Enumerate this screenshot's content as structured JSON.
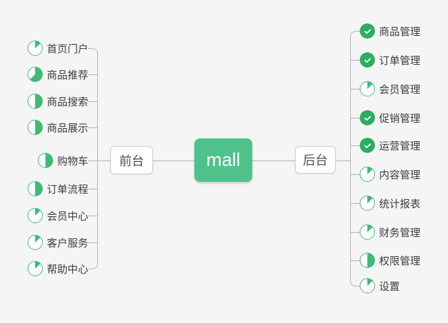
{
  "canvas": {
    "background": "#f4f5f4"
  },
  "colors": {
    "node_green": "#4ec28a",
    "check_green": "#2bae60",
    "pie_green": "#3dbb77",
    "line_gray": "#b3b3b3",
    "box_border": "#cccccc",
    "text_dark": "#3c3c3c"
  },
  "center_node": {
    "label": "mall"
  },
  "left_branch": {
    "label": "前台",
    "items": [
      {
        "label": "首页门户",
        "icon": {
          "type": "pie",
          "percent": 12.5
        }
      },
      {
        "label": "商品推荐",
        "icon": {
          "type": "pie",
          "percent": 62.5
        }
      },
      {
        "label": "商品搜索",
        "icon": {
          "type": "pie",
          "percent": 50
        }
      },
      {
        "label": "商品展示",
        "icon": {
          "type": "pie",
          "percent": 50
        }
      },
      {
        "label": "购物车",
        "icon": {
          "type": "pie",
          "percent": 50
        }
      },
      {
        "label": "订单流程",
        "icon": {
          "type": "pie",
          "percent": 50
        }
      },
      {
        "label": "会员中心",
        "icon": {
          "type": "pie",
          "percent": 12.5
        }
      },
      {
        "label": "客户服务",
        "icon": {
          "type": "pie",
          "percent": 12.5
        }
      },
      {
        "label": "帮助中心",
        "icon": {
          "type": "pie",
          "percent": 12.5
        }
      }
    ]
  },
  "right_branch": {
    "label": "后台",
    "items": [
      {
        "label": "商品管理",
        "icon": {
          "type": "check"
        }
      },
      {
        "label": "订单管理",
        "icon": {
          "type": "check"
        }
      },
      {
        "label": "会员管理",
        "icon": {
          "type": "pie",
          "percent": 12.5
        }
      },
      {
        "label": "促销管理",
        "icon": {
          "type": "check"
        }
      },
      {
        "label": "运营管理",
        "icon": {
          "type": "check"
        }
      },
      {
        "label": "内容管理",
        "icon": {
          "type": "pie",
          "percent": 12.5
        }
      },
      {
        "label": "统计报表",
        "icon": {
          "type": "pie",
          "percent": 12.5
        }
      },
      {
        "label": "财务管理",
        "icon": {
          "type": "pie",
          "percent": 12.5
        }
      },
      {
        "label": "权限管理",
        "icon": {
          "type": "pie",
          "percent": 50
        }
      },
      {
        "label": "设置",
        "icon": {
          "type": "pie",
          "percent": 12.5
        }
      }
    ]
  }
}
